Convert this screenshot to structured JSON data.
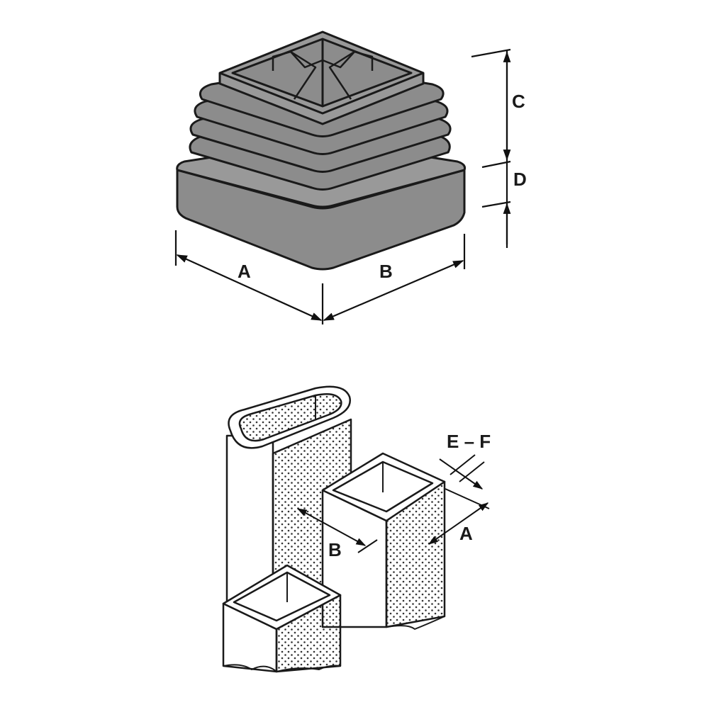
{
  "figure": {
    "colors": {
      "background": "#ffffff",
      "cap_fill": "#8c8c8c",
      "cap_fill_light": "#9a9a9a",
      "outline": "#1a1a1a",
      "stipple": "#333333"
    },
    "top_view": {
      "subject": "square ribbed tube insert cap",
      "dimensions": {
        "a": "A",
        "b": "B",
        "c": "C",
        "d": "D"
      }
    },
    "bottom_view": {
      "subject": "tube profiles: oval, square and rectangular",
      "dimensions": {
        "a": "A",
        "b": "B",
        "wall": "E – F"
      }
    }
  }
}
